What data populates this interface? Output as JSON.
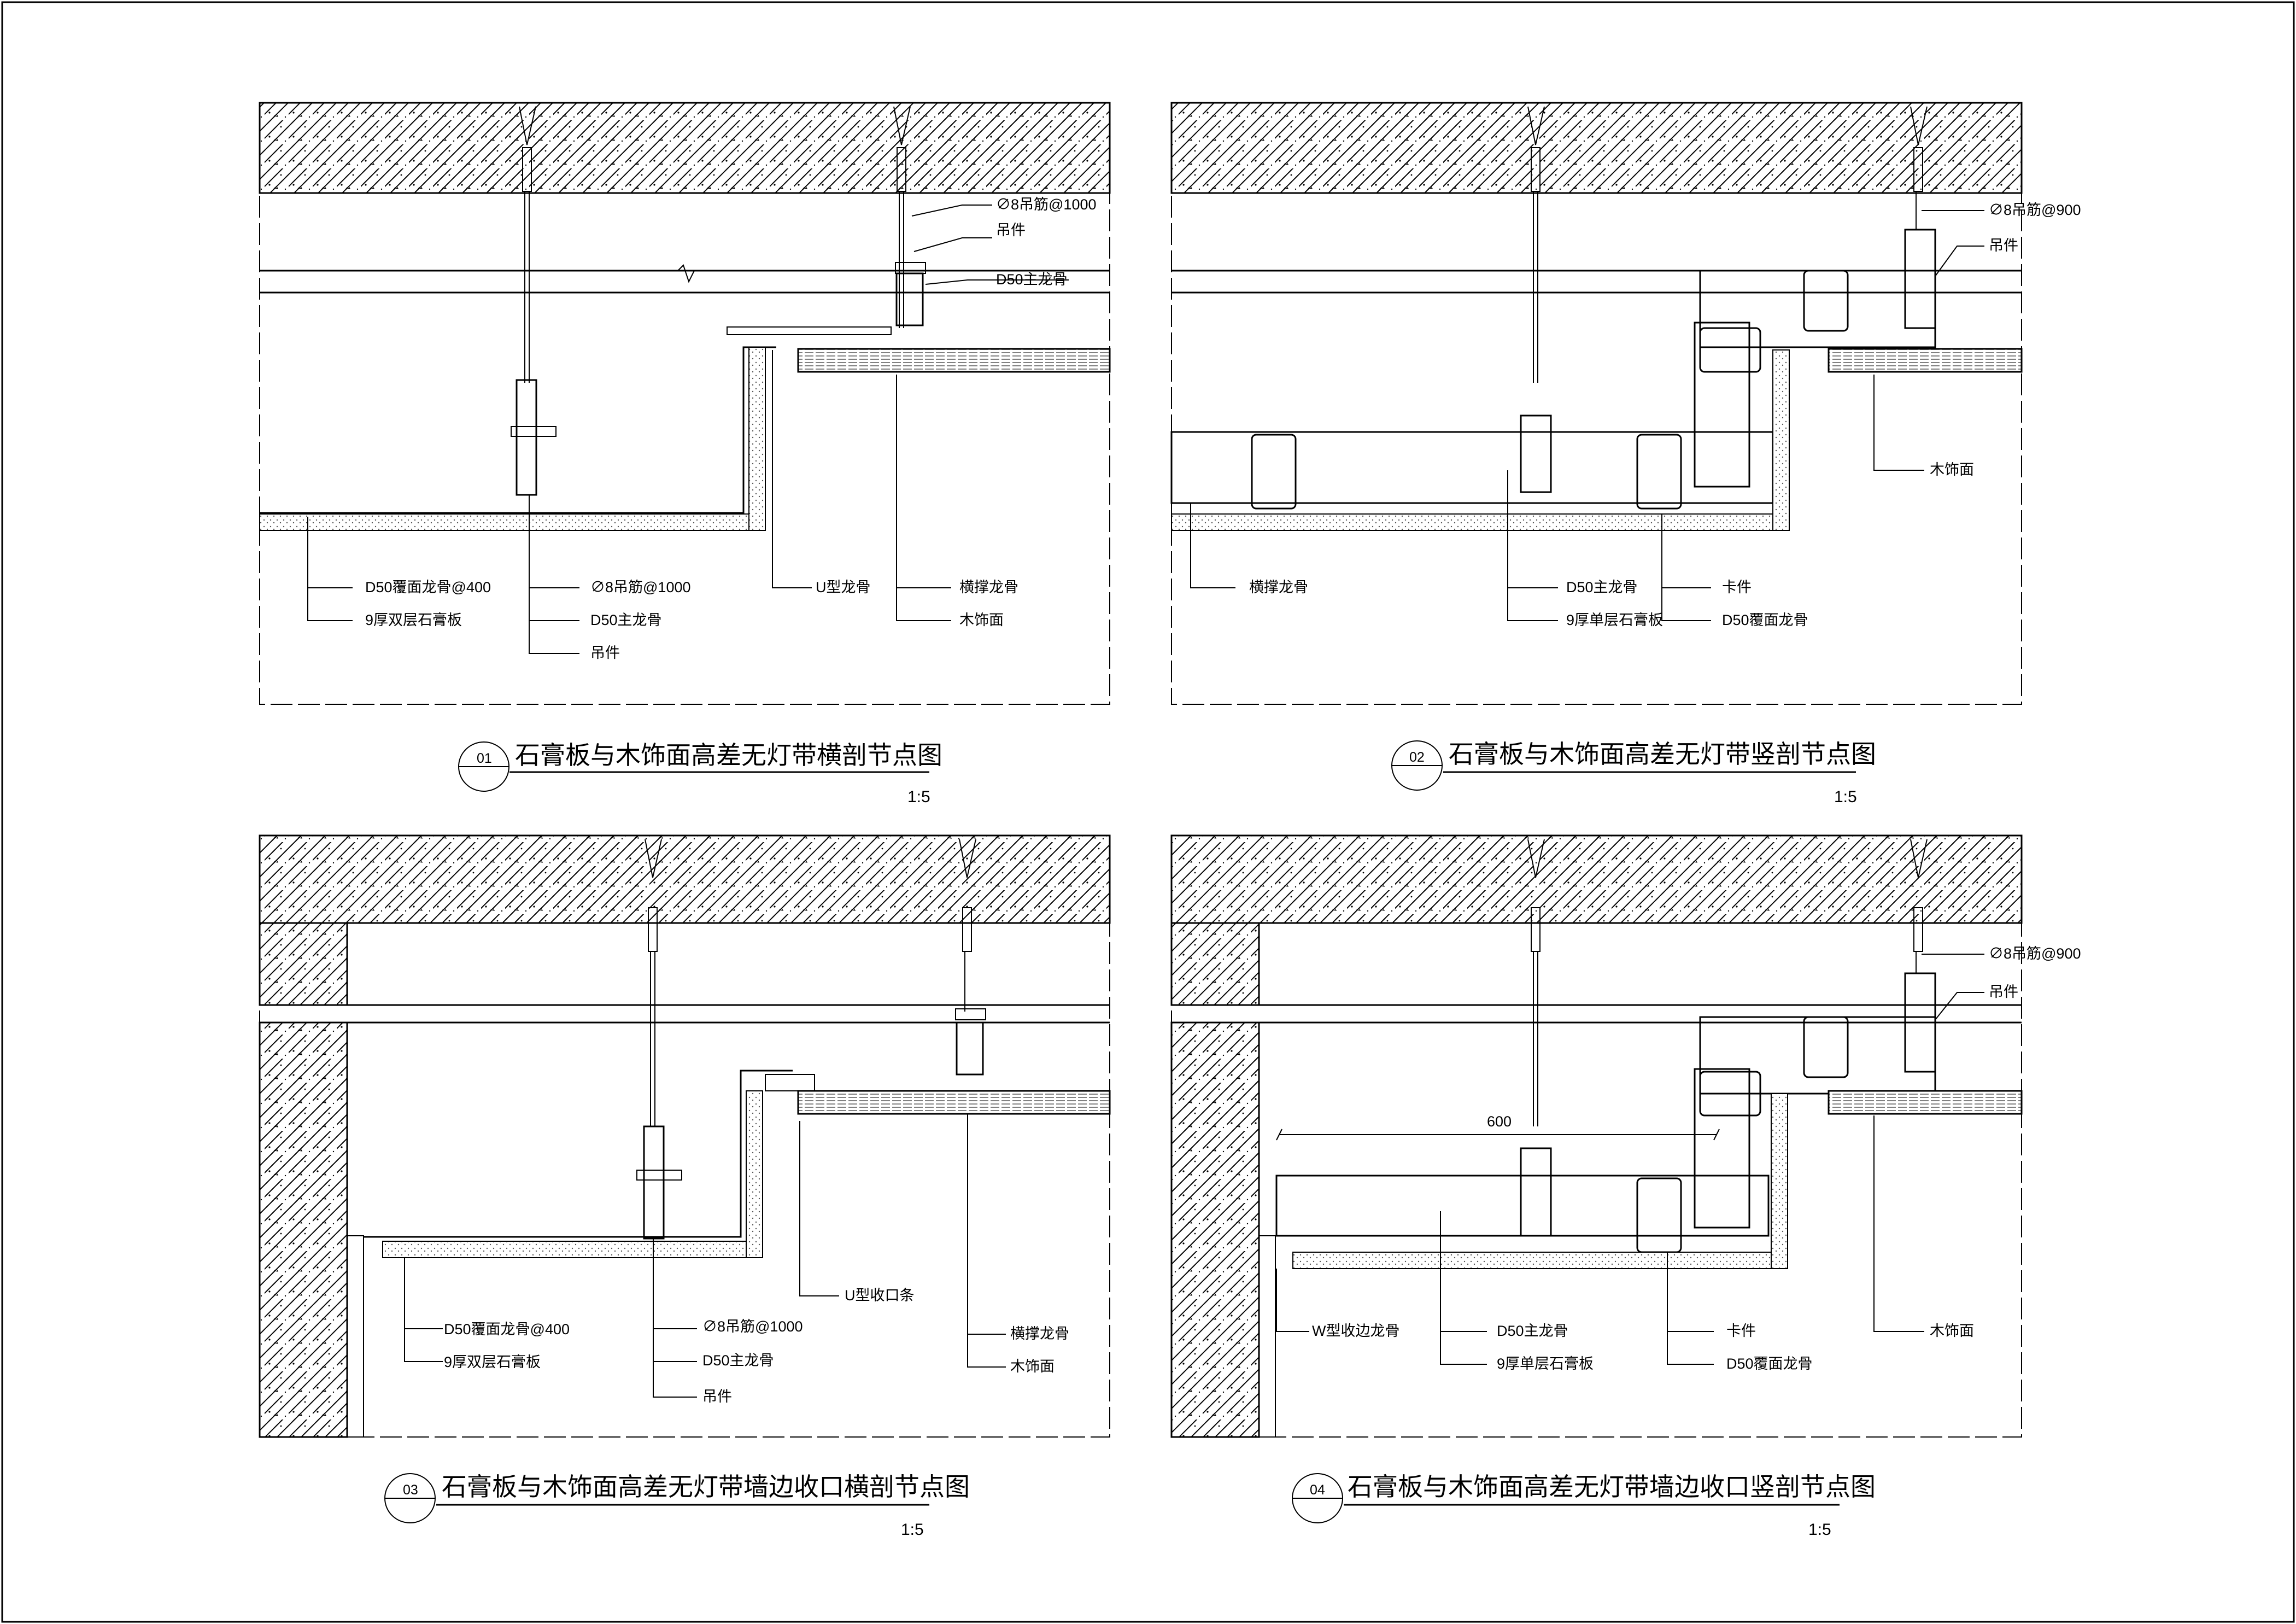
{
  "panels": [
    {
      "number": "01",
      "title": "石膏板与木饰面高差无灯带横剖节点图",
      "scale": "1:5",
      "labels": [
        "∅8吊筋@1000",
        "吊件",
        "D50主龙骨",
        "D50覆面龙骨@400",
        "9厚双层石膏板",
        "∅8吊筋@1000",
        "D50主龙骨",
        "吊件",
        "U型龙骨",
        "横撑龙骨",
        "木饰面"
      ]
    },
    {
      "number": "02",
      "title": "石膏板与木饰面高差无灯带竖剖节点图",
      "scale": "1:5",
      "labels": [
        "∅8吊筋@900",
        "吊件",
        "木饰面",
        "横撑龙骨",
        "D50主龙骨",
        "9厚单层石膏板",
        "卡件",
        "D50覆面龙骨"
      ]
    },
    {
      "number": "03",
      "title": "石膏板与木饰面高差无灯带墙边收口横剖节点图",
      "scale": "1:5",
      "labels": [
        "D50覆面龙骨@400",
        "9厚双层石膏板",
        "∅8吊筋@1000",
        "D50主龙骨",
        "吊件",
        "U型收口条",
        "横撑龙骨",
        "木饰面"
      ]
    },
    {
      "number": "04",
      "title": "石膏板与木饰面高差无灯带墙边收口竖剖节点图",
      "scale": "1:5",
      "labels": [
        "∅8吊筋@900",
        "吊件",
        "600",
        "W型收边龙骨",
        "D50主龙骨",
        "9厚单层石膏板",
        "卡件",
        "D50覆面龙骨",
        "木饰面"
      ]
    }
  ],
  "colors": {
    "ink": "#000000",
    "fill_dots": "#555555",
    "paper": "#ffffff"
  }
}
